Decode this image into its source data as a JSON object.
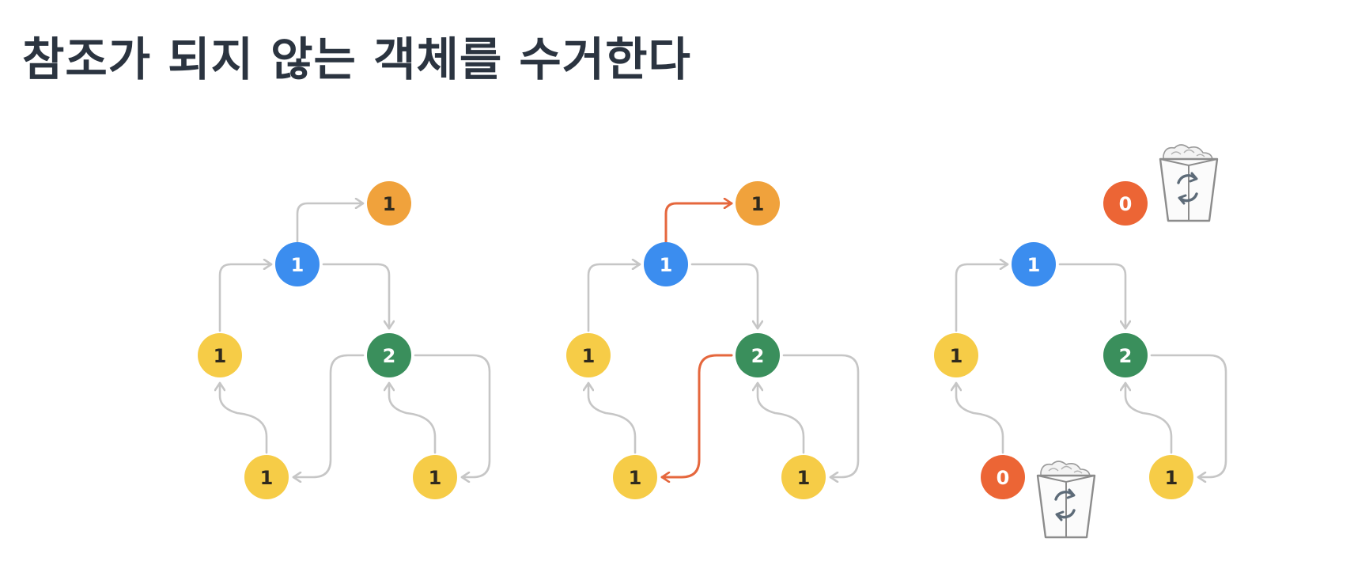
{
  "title": "참조가 되지 않는 객체를 수거한다",
  "colors": {
    "blue": "#3b8def",
    "green": "#3a8f5c",
    "orange": "#f0a23c",
    "yellow": "#f6cc47",
    "red": "#ec6535",
    "gray_arrow": "#c6c6c6",
    "highlight_arrow": "#e5673d",
    "label_light": "#ffffff",
    "label_dark": "#2f2a1e"
  },
  "panels": [
    {
      "name": "before",
      "nodes": [
        {
          "id": "top",
          "value": "1",
          "color": "orange"
        },
        {
          "id": "root",
          "value": "1",
          "color": "blue"
        },
        {
          "id": "left",
          "value": "1",
          "color": "yellow"
        },
        {
          "id": "center",
          "value": "2",
          "color": "green"
        },
        {
          "id": "bottom-left",
          "value": "1",
          "color": "yellow"
        },
        {
          "id": "bottom-right",
          "value": "1",
          "color": "yellow"
        }
      ],
      "highlighted_references": [],
      "trash_icons": 0
    },
    {
      "name": "references-removed",
      "nodes": [
        {
          "id": "top",
          "value": "1",
          "color": "orange"
        },
        {
          "id": "root",
          "value": "1",
          "color": "blue"
        },
        {
          "id": "left",
          "value": "1",
          "color": "yellow"
        },
        {
          "id": "center",
          "value": "2",
          "color": "green"
        },
        {
          "id": "bottom-left",
          "value": "1",
          "color": "yellow"
        },
        {
          "id": "bottom-right",
          "value": "1",
          "color": "yellow"
        }
      ],
      "highlighted_references": [
        "root-to-top",
        "center-to-bottom-left"
      ],
      "trash_icons": 0
    },
    {
      "name": "garbage-collected",
      "nodes": [
        {
          "id": "top",
          "value": "0",
          "color": "red"
        },
        {
          "id": "root",
          "value": "1",
          "color": "blue"
        },
        {
          "id": "left",
          "value": "1",
          "color": "yellow"
        },
        {
          "id": "center",
          "value": "2",
          "color": "green"
        },
        {
          "id": "bottom-left",
          "value": "0",
          "color": "red"
        },
        {
          "id": "bottom-right",
          "value": "1",
          "color": "yellow"
        }
      ],
      "highlighted_references": [],
      "trash_icons": 2
    }
  ]
}
